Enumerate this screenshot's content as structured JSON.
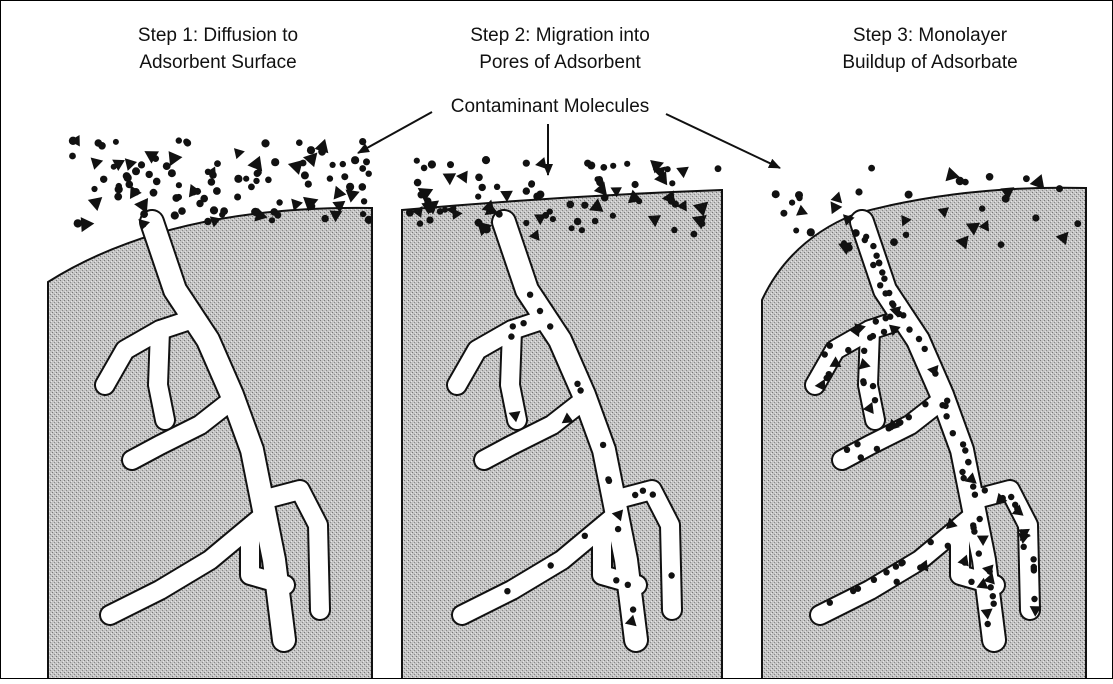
{
  "steps": [
    {
      "title_line1": "Step 1: Diffusion to",
      "title_line2": "Adsorbent Surface"
    },
    {
      "title_line1": "Step 2: Migration into",
      "title_line2": "Pores of Adsorbent"
    },
    {
      "title_line1": "Step 3: Monolayer",
      "title_line2": "Buildup of Adsorbate"
    }
  ],
  "callout": {
    "label": "Contaminant Molecules"
  },
  "colors": {
    "stroke": "#111111",
    "adsorbent_fill": "#b9b9b9",
    "pore_fill": "#ffffff",
    "molecule": "#111111"
  }
}
